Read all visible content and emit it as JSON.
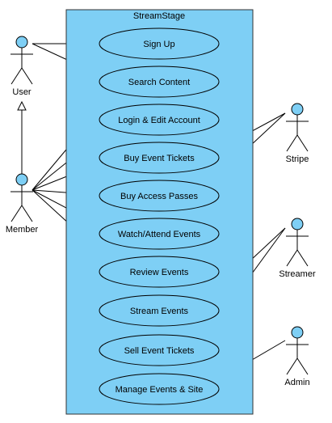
{
  "system": {
    "title": "StreamStage",
    "fill": "#7ecff5",
    "stroke": "#333333"
  },
  "actors": [
    {
      "id": "user",
      "name": "User"
    },
    {
      "id": "member",
      "name": "Member"
    },
    {
      "id": "stripe",
      "name": "Stripe"
    },
    {
      "id": "streamer",
      "name": "Streamer"
    },
    {
      "id": "admin",
      "name": "Admin"
    }
  ],
  "actor_color": "#7ecff5",
  "use_cases": [
    {
      "id": "sign-up",
      "label": "Sign Up"
    },
    {
      "id": "search-content",
      "label": "Search Content"
    },
    {
      "id": "login-edit-account",
      "label": "Login & Edit Account"
    },
    {
      "id": "buy-event-tickets",
      "label": "Buy Event Tickets"
    },
    {
      "id": "buy-access-passes",
      "label": "Buy Access Passes"
    },
    {
      "id": "watch-attend-events",
      "label": "Watch/Attend Events"
    },
    {
      "id": "review-events",
      "label": "Review Events"
    },
    {
      "id": "stream-events",
      "label": "Stream Events"
    },
    {
      "id": "sell-event-tickets",
      "label": "Sell Event Tickets"
    },
    {
      "id": "manage-events-site",
      "label": "Manage Events & Site"
    }
  ],
  "associations": [
    [
      "user",
      "sign-up"
    ],
    [
      "user",
      "search-content"
    ],
    [
      "member",
      "search-content"
    ],
    [
      "member",
      "login-edit-account"
    ],
    [
      "member",
      "buy-event-tickets"
    ],
    [
      "member",
      "buy-access-passes"
    ],
    [
      "member",
      "watch-attend-events"
    ],
    [
      "member",
      "review-events"
    ],
    [
      "stripe",
      "buy-event-tickets"
    ],
    [
      "stripe",
      "buy-access-passes"
    ],
    [
      "streamer",
      "stream-events"
    ],
    [
      "streamer",
      "sell-event-tickets"
    ],
    [
      "admin",
      "manage-events-site"
    ]
  ],
  "generalizations": [
    [
      "member",
      "user"
    ]
  ]
}
